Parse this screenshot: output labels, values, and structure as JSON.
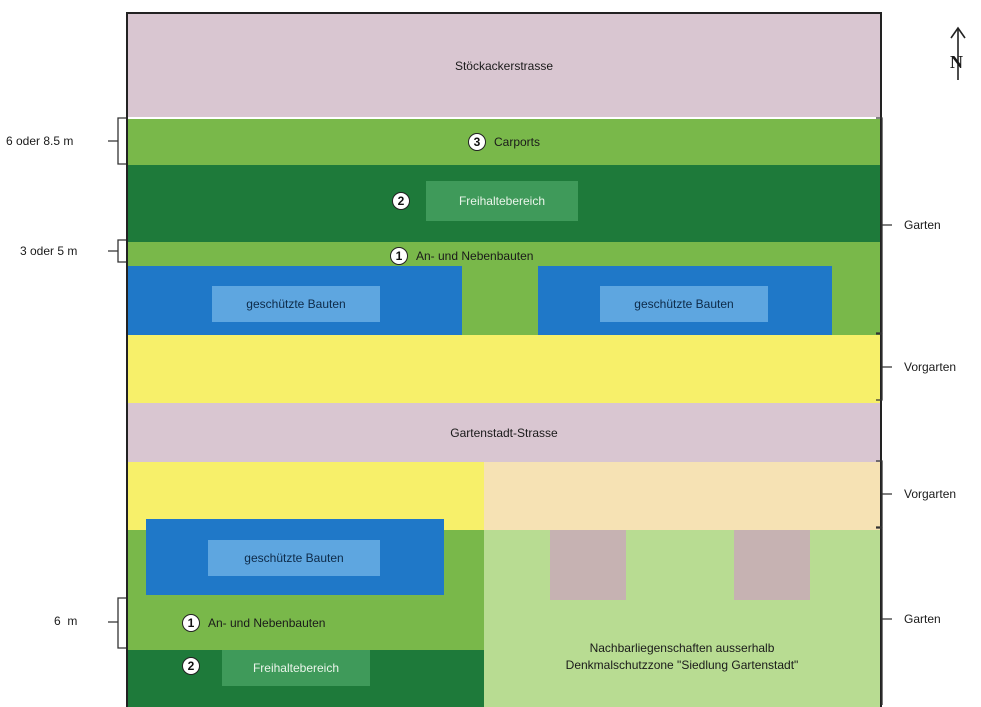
{
  "colors": {
    "street": "#d9c6d1",
    "green_light": "#79b84a",
    "green_dark": "#1e7a3a",
    "green_mid_box": "#3f9a5a",
    "blue": "#1f78c8",
    "blue_label": "#5ea6e0",
    "yellow": "#f7f06a",
    "peach": "#f6e2b4",
    "pale_green": "#b8dc92",
    "mauve": "#c6b2b2",
    "frame": "#222222"
  },
  "north_arrow": {
    "icon": "north-arrow-icon",
    "glyph": "N"
  },
  "streets": {
    "top": "Stöckackerstrasse",
    "middle": "Gartenstadt-Strasse"
  },
  "top_block": {
    "carports": {
      "num": "3",
      "label": "Carports"
    },
    "freihalte": {
      "num": "2",
      "label": "Freihaltebereich"
    },
    "anbauten": {
      "num": "1",
      "label": "An- und Nebenbauten"
    },
    "bauten_left": "geschützte Bauten",
    "bauten_right": "geschützte Bauten"
  },
  "bottom_block": {
    "bauten": "geschützte Bauten",
    "anbauten": {
      "num": "1",
      "label": "An- und Nebenbauten"
    },
    "freihalte": {
      "num": "2",
      "label": "Freihaltebereich"
    },
    "neighbors_line1": "Nachbarliegenschaften ausserhalb",
    "neighbors_line2": "Denkmalschutzzone \"Siedlung Gartenstadt\""
  },
  "left_dims": {
    "d1": "6 oder 8.5 m",
    "d2": "3 oder 5 m",
    "d3": "6  m"
  },
  "right_labels": {
    "garten_top": "Garten",
    "vorgarten_top": "Vorgarten",
    "vorgarten_bottom": "Vorgarten",
    "garten_bottom": "Garten"
  }
}
